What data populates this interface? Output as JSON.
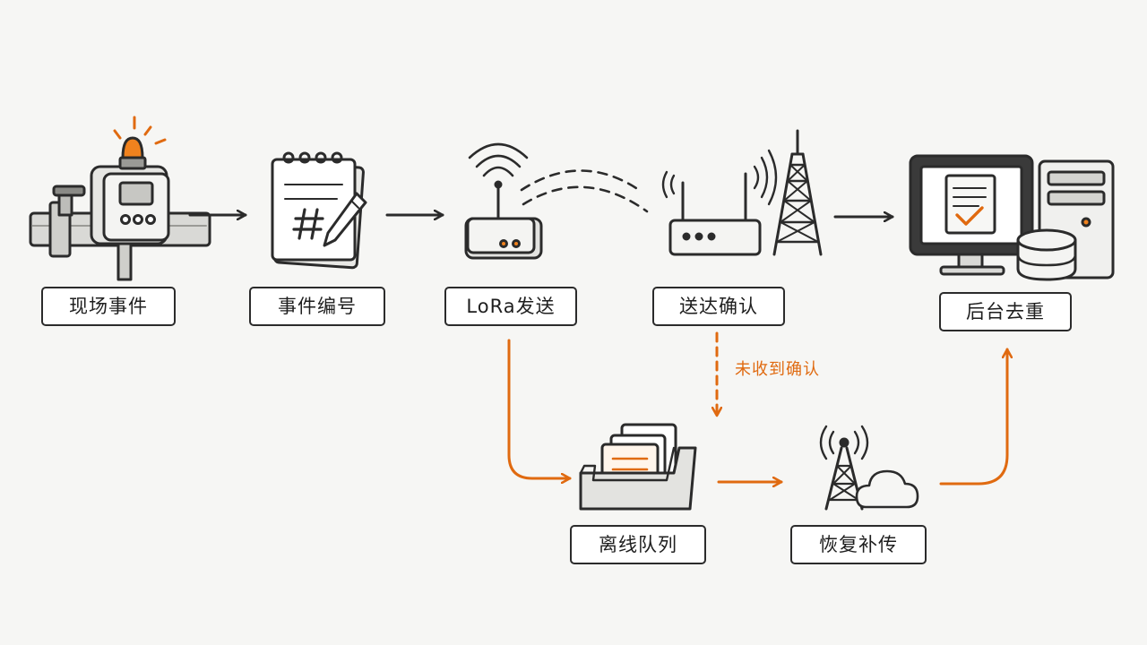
{
  "nodes": {
    "field_event": "现场事件",
    "event_number": "事件编号",
    "lora_send": "LoRa发送",
    "delivery_ack": "送达确认",
    "backend_dedup": "后台去重",
    "offline_queue": "离线队列",
    "resume_retransmit": "恢复补传"
  },
  "annotations": {
    "no_ack": "未收到确认"
  },
  "colors": {
    "ink": "#2b2b2b",
    "accent": "#e06a10",
    "paper": "#f6f6f4"
  },
  "icons": {
    "field_event": "pipe-sensor-alarm-icon",
    "event_number": "notepad-hash-icon",
    "lora_send": "lora-gateway-icon",
    "delivery_ack": "router-tower-icon",
    "backend_dedup": "computer-server-database-icon",
    "offline_queue": "document-tray-icon",
    "resume_retransmit": "tower-cloud-icon"
  }
}
